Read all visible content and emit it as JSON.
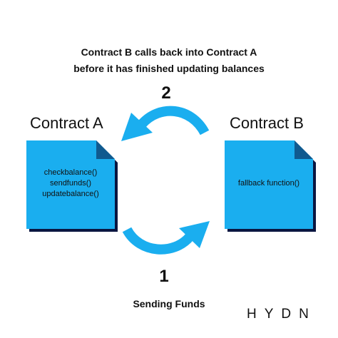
{
  "caption_top": {
    "line1": "Contract B calls back into Contract A",
    "line2": "before it has finished updating balances"
  },
  "step_2": "2",
  "step_1": "1",
  "contract_a": {
    "label": "Contract A",
    "functions": [
      "checkbalance()",
      "sendfunds()",
      "updatebalance()"
    ]
  },
  "contract_b": {
    "label": "Contract B",
    "functions": [
      "fallback function()"
    ]
  },
  "caption_bottom": "Sending Funds",
  "brand": "HYDN",
  "colors": {
    "doc_fill": "#1aaeef",
    "doc_shadow": "#0a1640",
    "arrow": "#1aaeef",
    "text": "#111111"
  }
}
